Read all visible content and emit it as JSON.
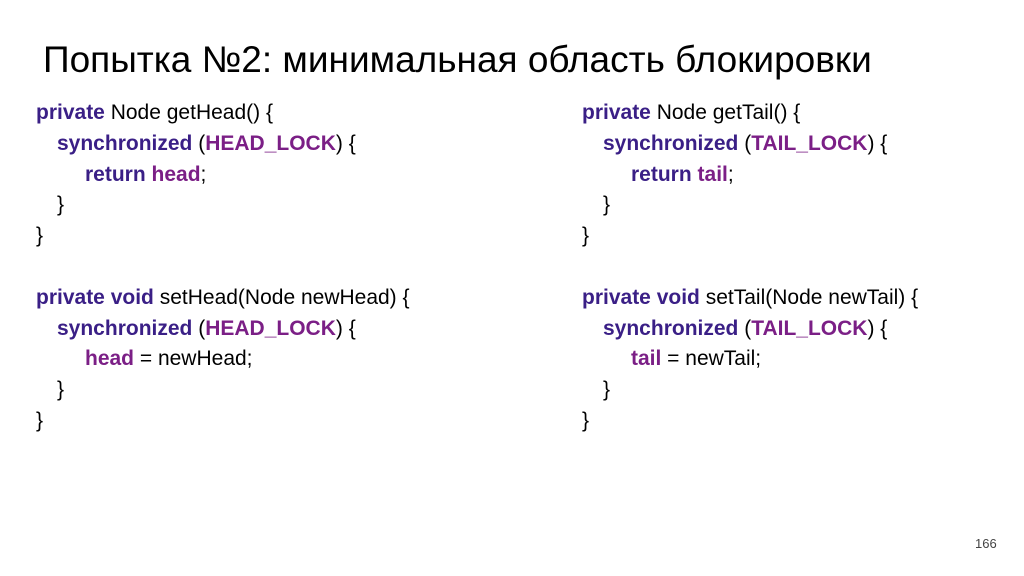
{
  "title": "Попытка №2: минимальная область блокировки",
  "page_number": "166",
  "colors": {
    "keyword": "#3a1f86",
    "identifier": "#7b1f86",
    "text": "#000000",
    "background": "#ffffff"
  },
  "code": {
    "left": [
      {
        "indent": 0,
        "tokens": [
          {
            "t": "private",
            "k": "kw"
          },
          {
            "t": " Node getHead() {",
            "k": "plain"
          }
        ]
      },
      {
        "indent": 1,
        "tokens": [
          {
            "t": "synchronized",
            "k": "kw"
          },
          {
            "t": " (",
            "k": "plain"
          },
          {
            "t": "HEAD_LOCK",
            "k": "id"
          },
          {
            "t": ") {",
            "k": "plain"
          }
        ]
      },
      {
        "indent": 2,
        "tokens": [
          {
            "t": "return",
            "k": "kw"
          },
          {
            "t": " ",
            "k": "plain"
          },
          {
            "t": "head",
            "k": "id"
          },
          {
            "t": ";",
            "k": "plain"
          }
        ]
      },
      {
        "indent": 1,
        "tokens": [
          {
            "t": "}",
            "k": "plain"
          }
        ]
      },
      {
        "indent": 0,
        "tokens": [
          {
            "t": "}",
            "k": "plain"
          }
        ]
      },
      {
        "indent": 0,
        "tokens": []
      },
      {
        "indent": 0,
        "tokens": [
          {
            "t": "private void",
            "k": "kw"
          },
          {
            "t": " setHead(Node newHead) {",
            "k": "plain"
          }
        ]
      },
      {
        "indent": 1,
        "tokens": [
          {
            "t": "synchronized",
            "k": "kw"
          },
          {
            "t": " (",
            "k": "plain"
          },
          {
            "t": "HEAD_LOCK",
            "k": "id"
          },
          {
            "t": ") {",
            "k": "plain"
          }
        ]
      },
      {
        "indent": 2,
        "tokens": [
          {
            "t": "head",
            "k": "id"
          },
          {
            "t": " = newHead;",
            "k": "plain"
          }
        ]
      },
      {
        "indent": 1,
        "tokens": [
          {
            "t": "}",
            "k": "plain"
          }
        ]
      },
      {
        "indent": 0,
        "tokens": [
          {
            "t": "}",
            "k": "plain"
          }
        ]
      }
    ],
    "right": [
      {
        "indent": 0,
        "tokens": [
          {
            "t": "private",
            "k": "kw"
          },
          {
            "t": " Node getTail() {",
            "k": "plain"
          }
        ]
      },
      {
        "indent": 1,
        "tokens": [
          {
            "t": "synchronized",
            "k": "kw"
          },
          {
            "t": " (",
            "k": "plain"
          },
          {
            "t": "TAIL_LOCK",
            "k": "id"
          },
          {
            "t": ") {",
            "k": "plain"
          }
        ]
      },
      {
        "indent": 2,
        "tokens": [
          {
            "t": "return",
            "k": "kw"
          },
          {
            "t": " ",
            "k": "plain"
          },
          {
            "t": "tail",
            "k": "id"
          },
          {
            "t": ";",
            "k": "plain"
          }
        ]
      },
      {
        "indent": 1,
        "tokens": [
          {
            "t": "}",
            "k": "plain"
          }
        ]
      },
      {
        "indent": 0,
        "tokens": [
          {
            "t": "}",
            "k": "plain"
          }
        ]
      },
      {
        "indent": 0,
        "tokens": []
      },
      {
        "indent": 0,
        "tokens": [
          {
            "t": "private void",
            "k": "kw"
          },
          {
            "t": " setTail(Node newTail) {",
            "k": "plain"
          }
        ]
      },
      {
        "indent": 1,
        "tokens": [
          {
            "t": "synchronized",
            "k": "kw"
          },
          {
            "t": " (",
            "k": "plain"
          },
          {
            "t": "TAIL_LOCK",
            "k": "id"
          },
          {
            "t": ") {",
            "k": "plain"
          }
        ]
      },
      {
        "indent": 2,
        "tokens": [
          {
            "t": "tail",
            "k": "id"
          },
          {
            "t": " = newTail;",
            "k": "plain"
          }
        ]
      },
      {
        "indent": 1,
        "tokens": [
          {
            "t": "}",
            "k": "plain"
          }
        ]
      },
      {
        "indent": 0,
        "tokens": [
          {
            "t": "}",
            "k": "plain"
          }
        ]
      }
    ]
  }
}
